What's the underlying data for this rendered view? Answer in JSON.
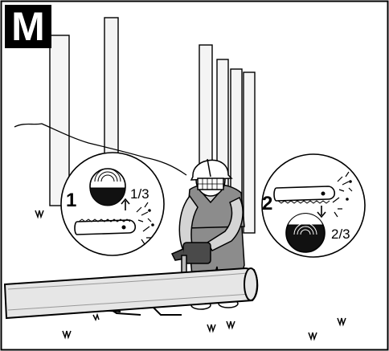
{
  "figure": {
    "badge_letter": "M",
    "step1": {
      "number": "1",
      "fraction": "1/3"
    },
    "step2": {
      "number": "2",
      "fraction": "2/3"
    }
  },
  "colors": {
    "ink": "#000000",
    "paper": "#ffffff",
    "log_fill": "#e2e2e2",
    "trunk_shade": "#f0f0f0",
    "overalls": "#8c8c8c",
    "shirt": "#d4d4d4"
  }
}
